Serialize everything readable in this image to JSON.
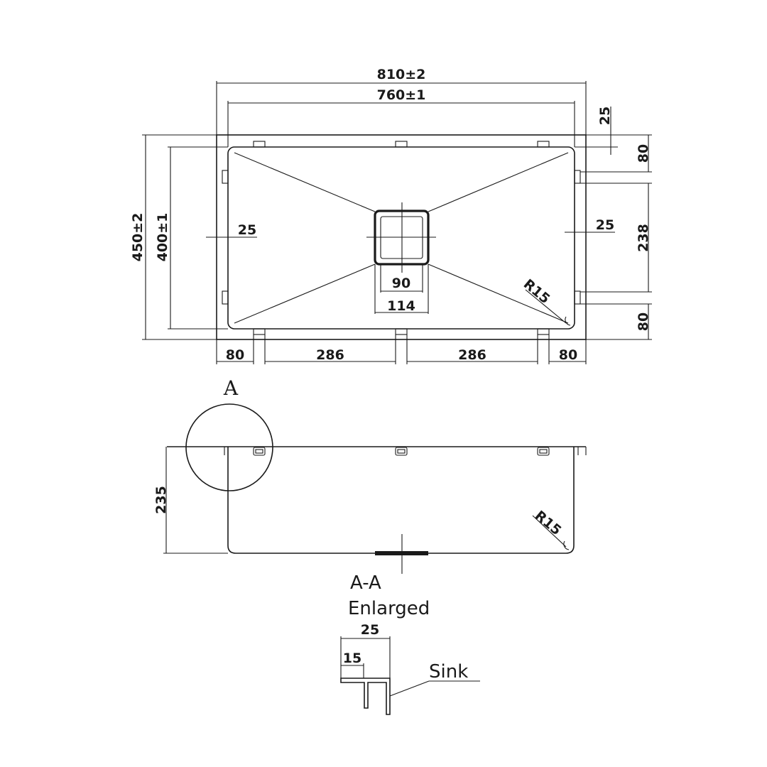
{
  "top_view": {
    "overall_width": "810±2",
    "inner_width": "760±1",
    "rim_top": "25",
    "overall_depth": "450±2",
    "inner_depth": "400±1",
    "rim_left": "25",
    "rim_right": "25",
    "clip_offset_top": "80",
    "clip_spacing_vertical": "238",
    "clip_offset_bottom": "80",
    "drain_inner": "90",
    "drain_outer": "114",
    "clip_offset_left": "80",
    "clip_spacing_left": "286",
    "clip_spacing_right": "286",
    "clip_offset_right": "80",
    "corner_radius": "R15"
  },
  "side_view": {
    "detail_marker": "A",
    "height": "235",
    "corner_radius": "R15",
    "section_label": "A-A",
    "enlarged_label": "Enlarged"
  },
  "detail_view": {
    "flange_width": "25",
    "inner_width": "15",
    "sink_label": "Sink"
  }
}
